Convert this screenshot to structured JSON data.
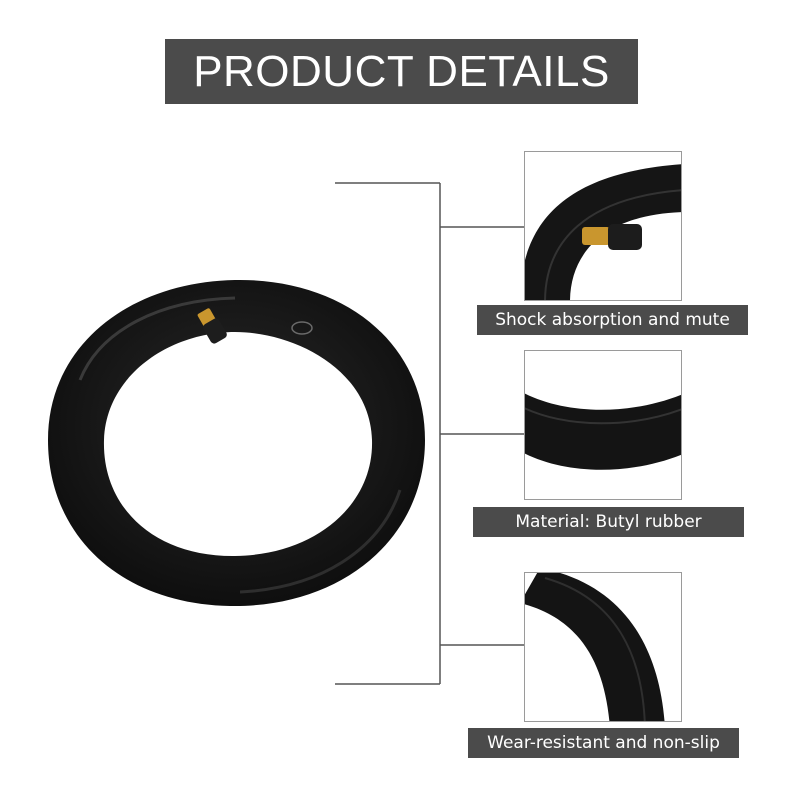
{
  "header": {
    "title": "PRODUCT DETAILS"
  },
  "details": [
    {
      "label": "Shock absorption and mute",
      "image": "tube-valve-closeup"
    },
    {
      "label": "Material: Butyl rubber",
      "image": "tube-section-closeup"
    },
    {
      "label": "Wear-resistant and non-slip",
      "image": "tube-curve-closeup"
    }
  ],
  "colors": {
    "banner": "#4b4b4b",
    "banner_text": "#ffffff",
    "rubber": "#141414",
    "valve_brass": "#c9962e",
    "line": "#555555"
  }
}
